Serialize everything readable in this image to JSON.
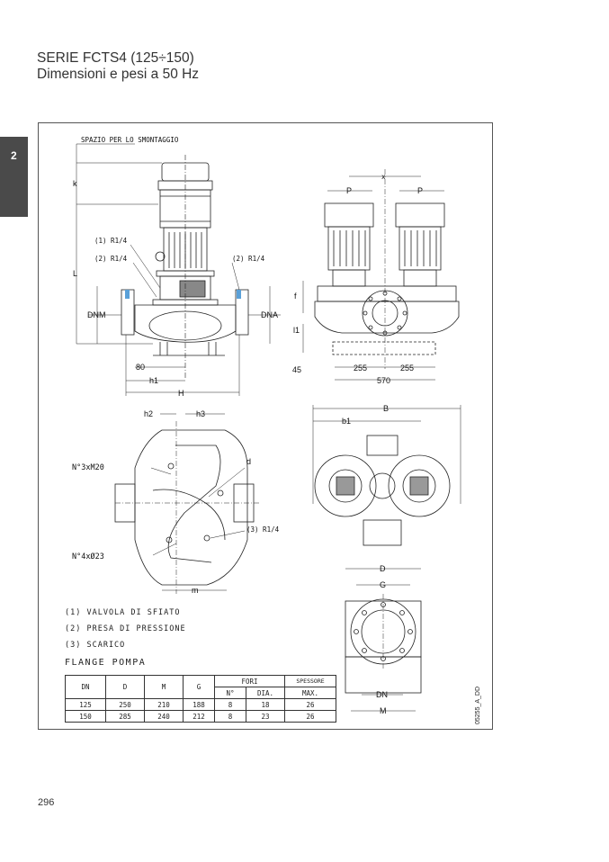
{
  "header": {
    "title": "SERIE FCTS4 (125÷150)",
    "subtitle": "Dimensioni e pesi a 50 Hz"
  },
  "chapter_tab": "2",
  "page_number": "296",
  "drawing_code": "05255_A_DD",
  "side_view": {
    "top_label": "SPAZIO PER LO SMONTAGGIO",
    "k": "k",
    "L": "L",
    "callout_1": "(1) R1/4",
    "callout_2_left": "(2) R1/4",
    "callout_2_right": "(2) R1/4",
    "dnm": "DNM",
    "dna": "DNA",
    "dim_80": "80",
    "h1": "h1",
    "H": "H"
  },
  "front_view": {
    "x": "x",
    "p_left": "P",
    "p_right": "P",
    "f": "f",
    "l1": "l1",
    "dim_45": "45",
    "dim_255_left": "255",
    "dim_255_right": "255",
    "dim_570": "570"
  },
  "plan_view": {
    "h2": "h2",
    "h3": "h3",
    "bolts_m20": "N°3xM20",
    "d": "d",
    "callout_3": "(3) R1/4",
    "bolts_23": "N°4xØ23",
    "m": "m"
  },
  "top_view": {
    "B": "B",
    "b1": "b1"
  },
  "flange_view": {
    "D": "D",
    "G": "G",
    "DN": "DN",
    "M": "M"
  },
  "legend": [
    "(1)  VALVOLA DI SFIATO",
    "(2)  PRESA DI PRESSIONE",
    "(3)  SCARICO"
  ],
  "flange_table": {
    "title": "FLANGE POMPA",
    "headers": {
      "dn": "DN",
      "d": "D",
      "m": "M",
      "g": "G",
      "fori": "FORI",
      "n": "N°",
      "dia": "DIA.",
      "spessore": "SPESSORE",
      "max": "MAX."
    },
    "rows": [
      [
        "125",
        "250",
        "210",
        "188",
        "8",
        "18",
        "26"
      ],
      [
        "150",
        "285",
        "240",
        "212",
        "8",
        "23",
        "26"
      ]
    ]
  }
}
